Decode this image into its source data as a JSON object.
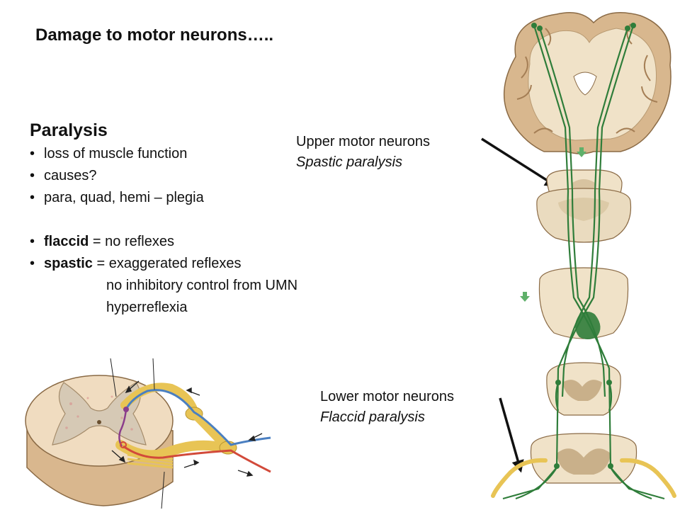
{
  "slide": {
    "title": "Damage to motor neurons….."
  },
  "paralysis": {
    "heading": "Paralysis",
    "bullet": "•",
    "items": [
      "loss of muscle function",
      "causes?",
      "para, quad, hemi – plegia"
    ],
    "flaccid": {
      "term": "flaccid",
      "rest": " = no reflexes"
    },
    "spastic": {
      "term": "spastic",
      "rest": " = exaggerated reflexes",
      "details": [
        "no inhibitory control from UMN",
        "hyperreflexia"
      ]
    }
  },
  "upper_label": {
    "name": "Upper motor neurons",
    "type": "Spastic paralysis"
  },
  "lower_label": {
    "name": "Lower motor neurons",
    "type": "Flaccid paralysis"
  },
  "colors": {
    "tract": "#2f7d3a",
    "tissue": "#e8d4b3",
    "gray_matter": "#b78a5e",
    "sensory": "#4a7fc1",
    "motor": "#d24a3a",
    "nerve": "#e8c455"
  }
}
